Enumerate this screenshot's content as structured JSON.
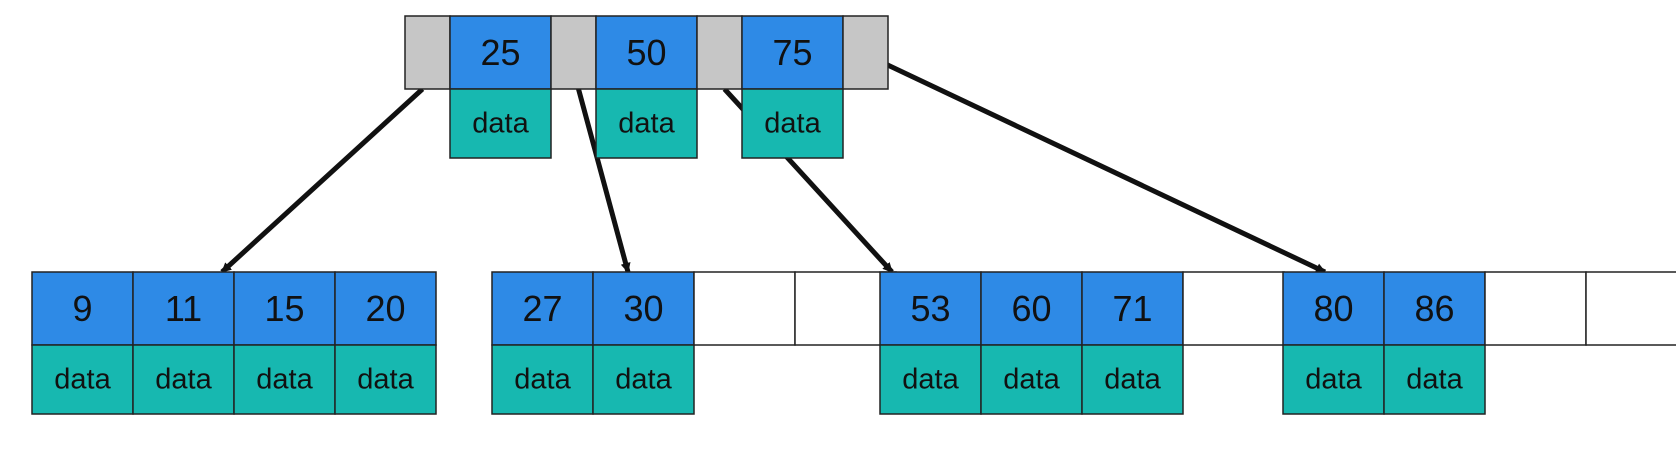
{
  "colors": {
    "key_fill": "#2e8ae6",
    "data_fill": "#17b8b0",
    "pointer_fill": "#c6c6c6",
    "empty_fill": "#ffffff",
    "stroke": "#222222",
    "arrow": "#111111"
  },
  "root": {
    "keys": [
      "25",
      "50",
      "75"
    ],
    "data_labels": [
      "data",
      "data",
      "data"
    ]
  },
  "leaves": [
    {
      "keys": [
        "9",
        "11",
        "15",
        "20"
      ],
      "data_labels": [
        "data",
        "data",
        "data",
        "data"
      ]
    },
    {
      "keys": [
        "27",
        "30",
        "",
        ""
      ],
      "data_labels": [
        "data",
        "data"
      ]
    },
    {
      "keys": [
        "53",
        "60",
        "71",
        ""
      ],
      "data_labels": [
        "data",
        "data",
        "data"
      ]
    },
    {
      "keys": [
        "80",
        "86",
        "",
        ""
      ],
      "data_labels": [
        "data",
        "data"
      ]
    }
  ]
}
